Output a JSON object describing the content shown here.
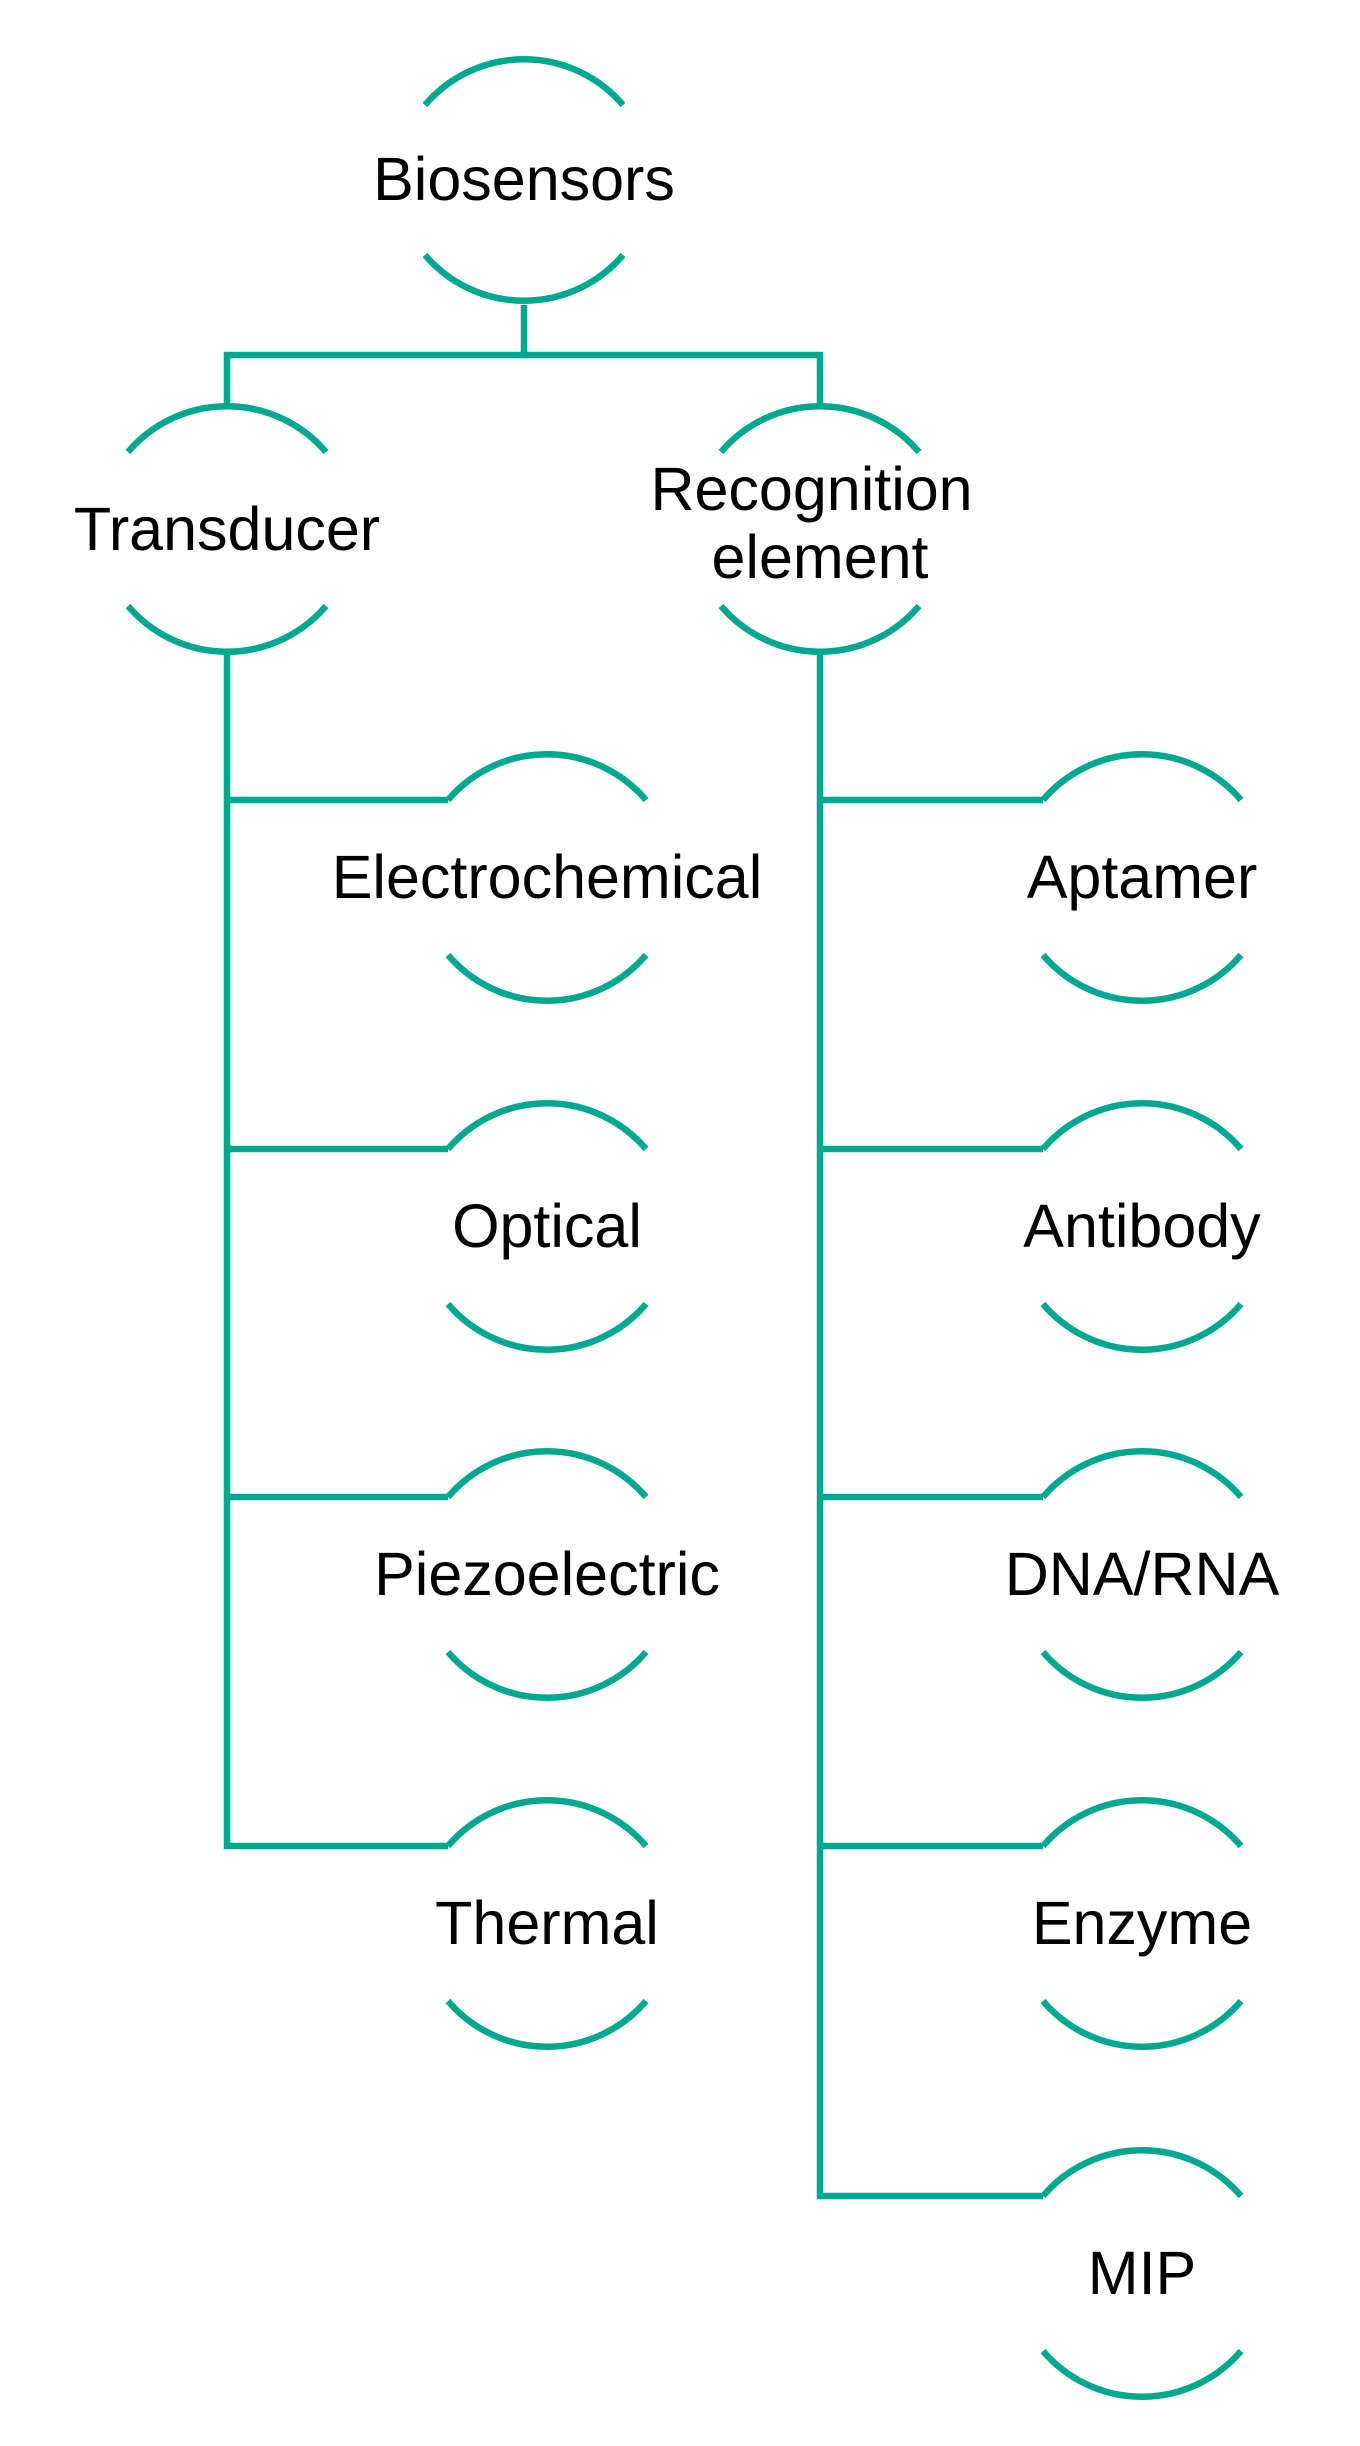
{
  "colors": {
    "accent": "#00A88F",
    "text": "#000000",
    "background": "#ffffff"
  },
  "root": {
    "label": "Biosensors"
  },
  "branches": [
    {
      "label_lines": [
        "Transducer"
      ],
      "children": [
        "Electrochemical",
        "Optical",
        "Piezoelectric",
        "Thermal"
      ]
    },
    {
      "label_lines": [
        "Recognition",
        "element"
      ],
      "children": [
        "Aptamer",
        "Antibody",
        "DNA/RNA",
        "Enzyme",
        "MIP"
      ]
    }
  ]
}
